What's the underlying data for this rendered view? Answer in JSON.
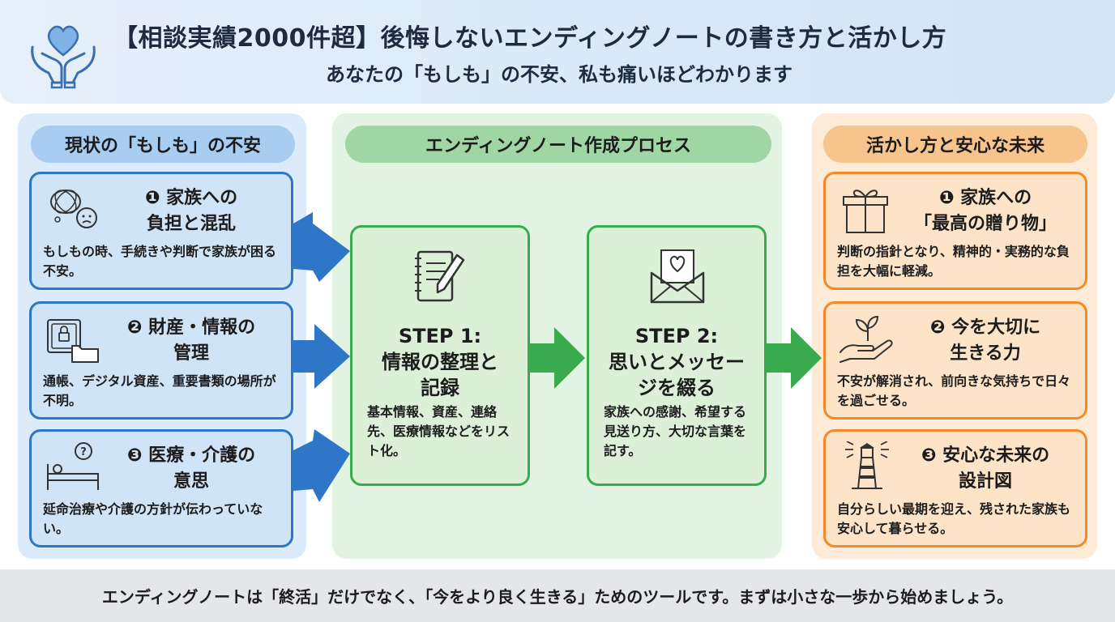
{
  "header": {
    "title": "【相談実績2000件超】後悔しないエンディングノートの書き方と活かし方",
    "subtitle": "あなたの「もしも」の不安、私も痛いほどわかります"
  },
  "columns": {
    "left": {
      "label": "現状の「もしも」の不安"
    },
    "middle": {
      "label": "エンディングノート作成プロセス"
    },
    "right": {
      "label": "活かし方と安心な未来"
    }
  },
  "worries": [
    {
      "title_line1": "❶ 家族への",
      "title_line2": "負担と混乱",
      "desc": "もしもの時、手続きや判断で家族が困る不安。",
      "icon": "worried-thoughts-icon"
    },
    {
      "title_line1": "❷ 財産・情報の",
      "title_line2": "管理",
      "desc": "通帳、デジタル資産、重要書類の場所が不明。",
      "icon": "safe-folder-icon"
    },
    {
      "title_line1": "❸ 医療・介護の",
      "title_line2": "意思",
      "desc": "延命治療や介護の方針が伝わっていない。",
      "icon": "hospital-bed-icon"
    }
  ],
  "steps": [
    {
      "title_line1": "STEP 1:",
      "title_line2": "情報の整理と",
      "title_line3": "記録",
      "desc": "基本情報、資産、連絡先、医療情報などをリスト化。",
      "icon": "notebook-pen-icon"
    },
    {
      "title_line1": "STEP 2:",
      "title_line2": "思いとメッセー",
      "title_line3": "ジを綴る",
      "desc": "家族への感謝、希望する見送り方、大切な言葉を記す。",
      "icon": "heart-letter-icon"
    }
  ],
  "benefits": [
    {
      "title_line1": "❶ 家族への",
      "title_line2": "「最高の贈り物」",
      "desc": "判断の指針となり、精神的・実務的な負担を大幅に軽減。",
      "icon": "gift-box-icon"
    },
    {
      "title_line1": "❷ 今を大切に",
      "title_line2": "生きる力",
      "desc": "不安が解消され、前向きな気持ちで日々を過ごせる。",
      "icon": "sprout-hand-icon"
    },
    {
      "title_line1": "❸ 安心な未来の",
      "title_line2": "設計図",
      "desc": "自分らしい最期を迎え、残された家族も安心して暮らせる。",
      "icon": "lighthouse-icon"
    }
  ],
  "footer": {
    "message": "エンディングノートは「終活」だけでなく、「今をより良く生きる」ためのツールです。まずは小さな一歩から始めましょう。"
  },
  "colors": {
    "blue": "#2f75c8",
    "green": "#3aaa4e",
    "orange": "#f08a2c"
  }
}
